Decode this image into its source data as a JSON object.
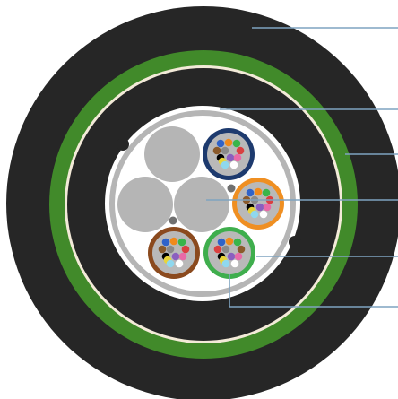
{
  "figure": {
    "kind": "fiber optic cable cross-section",
    "colors": {
      "background": "#ffffff",
      "outer_jacket": "#262626",
      "armor_band": "#418a2a",
      "armor_inner_line": "#f3ead8",
      "inner_sheath": "#262626",
      "core_background": "#ffffff",
      "binder_ring": "#b5b5b5",
      "filler": "#b5b5b5",
      "tube_fill": "#b9b9b9",
      "leader_line": "#7fa3c0",
      "strength_member": "#262626"
    },
    "loose_tubes": [
      {
        "name": "blue-tube",
        "ring_color": "#1d3a6e"
      },
      {
        "name": "orange-tube",
        "ring_color": "#ef8f22"
      },
      {
        "name": "green-tube",
        "ring_color": "#3fae4d"
      },
      {
        "name": "brown-tube",
        "ring_color": "#8b4a1e"
      }
    ],
    "fiber_colors": [
      "#2f63c9",
      "#f08a1c",
      "#39b54a",
      "#8a5a2b",
      "#8a8a8a",
      "#ffffff",
      "#d94040",
      "#000000",
      "#e8d43a",
      "#8a5fbf",
      "#e86aa8",
      "#8fd8ee"
    ],
    "fillers": 3,
    "ripcords": 2,
    "leader_lines": 6
  }
}
